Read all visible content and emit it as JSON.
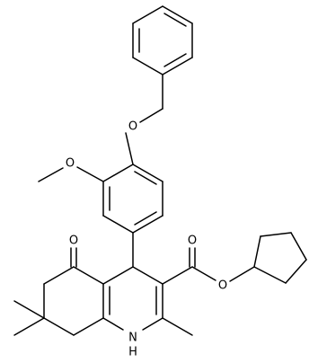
{
  "atom_labels": {
    "o_benzyloxy": "O",
    "o_methoxy": "O",
    "o_ketone": "O",
    "o_carbonyl": "O",
    "o_ester": "O",
    "nh": "H",
    "n": "N"
  },
  "colors": {
    "background": "#ffffff",
    "bond": "#000000",
    "label": "#000000"
  }
}
